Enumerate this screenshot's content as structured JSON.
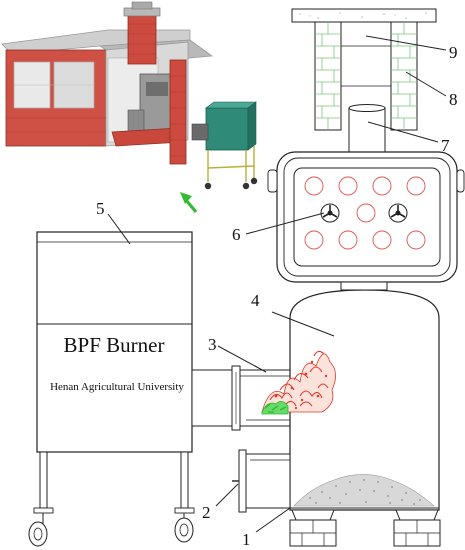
{
  "burner": {
    "title": "BPF Burner",
    "institution": "Henan Agricultural University"
  },
  "callouts": [
    "1",
    "2",
    "3",
    "4",
    "5",
    "6",
    "7",
    "8",
    "9"
  ],
  "colors": {
    "line": "#222222",
    "brick": "#c8473a",
    "brick_dark": "#9b2f26",
    "chimney_mortar": "#7bc47b",
    "flame": "#e03a2a",
    "fuel_green": "#22c02a",
    "arrow_green": "#33bb33",
    "roof": "#c9c9c9",
    "ash": "#d8d8d8"
  },
  "icons": {
    "arrow": "green-up-left-arrow-icon"
  }
}
